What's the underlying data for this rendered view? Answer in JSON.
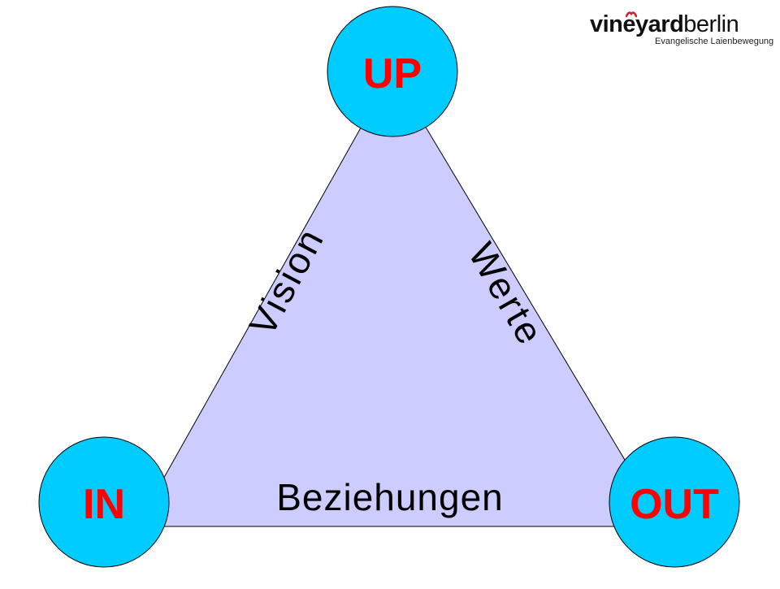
{
  "logo": {
    "name_bold": "vineyard",
    "name_light": "berlin",
    "subtitle": "Evangelische Laienbewegung",
    "accent_color": "#d2232a"
  },
  "diagram": {
    "nodes": {
      "top": "UP",
      "left": "IN",
      "right": "OUT"
    },
    "edges": {
      "left": "Vision",
      "right": "Werte",
      "bottom": "Beziehungen"
    },
    "colors": {
      "triangle_fill": "#ccccff",
      "node_fill": "#00ccff",
      "node_text": "#ff0000",
      "outline": "#000000"
    }
  }
}
